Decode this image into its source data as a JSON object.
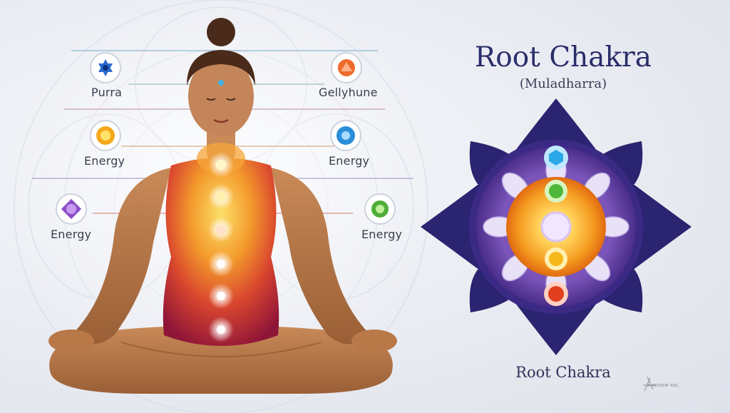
{
  "panel": {
    "title": "Root Chakra",
    "subtitle": "(Muladharra)",
    "caption": "Root Chakra"
  },
  "labels": [
    {
      "id": "purra",
      "text": "Purra"
    },
    {
      "id": "gellyhune",
      "text": "Gellyhune"
    },
    {
      "id": "energy-left-mid",
      "text": "Energy"
    },
    {
      "id": "energy-right-mid",
      "text": "Energy"
    },
    {
      "id": "energy-left-low",
      "text": "Energy"
    },
    {
      "id": "energy-right-low",
      "text": "Energy"
    }
  ],
  "watermark": {
    "text": "ᴀ ʀᴇᴠɪᴇᴡ ʀᴏʟ"
  },
  "colors": {
    "title": "#2a2d6a",
    "petal_dark": "#2b2470",
    "petal_mid": "#5a3c9a",
    "skin": "#b87848",
    "torso_red": "#9a1a3a",
    "torso_orange": "#ef8a2a"
  },
  "icons": [
    "blue-star-chakra",
    "orange-chakra",
    "yellow-sun-chakra",
    "blue-chakra",
    "purple-chakra",
    "green-chakra"
  ]
}
